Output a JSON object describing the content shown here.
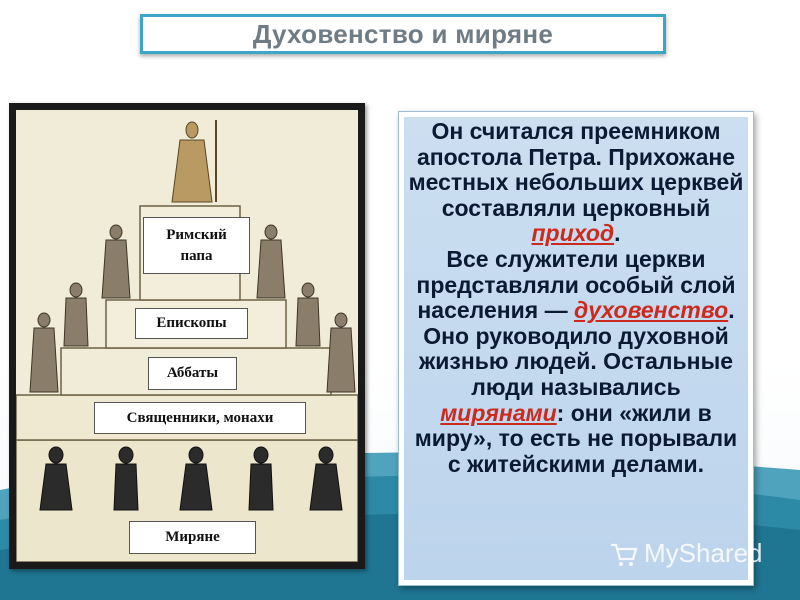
{
  "title": "Духовенство и миряне",
  "pyramid_labels": {
    "pope": "Римский папа",
    "bishops": "Епископы",
    "abbots": "Аббаты",
    "priests": "Священники, монахи",
    "laity": "Миряне"
  },
  "text": {
    "part1": "Он считался преемником апостола Петра. Прихожане местных небольших церквей составляли церковный ",
    "term1": "приход",
    "part2": ".",
    "part3": "Все служители церкви представляли особый слой населения — ",
    "term2": "духовенство",
    "part4": ". Оно руководило духовной жизнью людей. Остальные люди назывались ",
    "term3": "мирянами",
    "part5": ": они «жили в миру», то есть не порывали с житейскими делами."
  },
  "watermark": "MyShared",
  "colors": {
    "title_border": "#3ba6c6",
    "title_text": "#6f7c85",
    "panel_bg": "#c5daef",
    "highlight": "#cc2a1e",
    "body_text": "#0b1a33"
  }
}
